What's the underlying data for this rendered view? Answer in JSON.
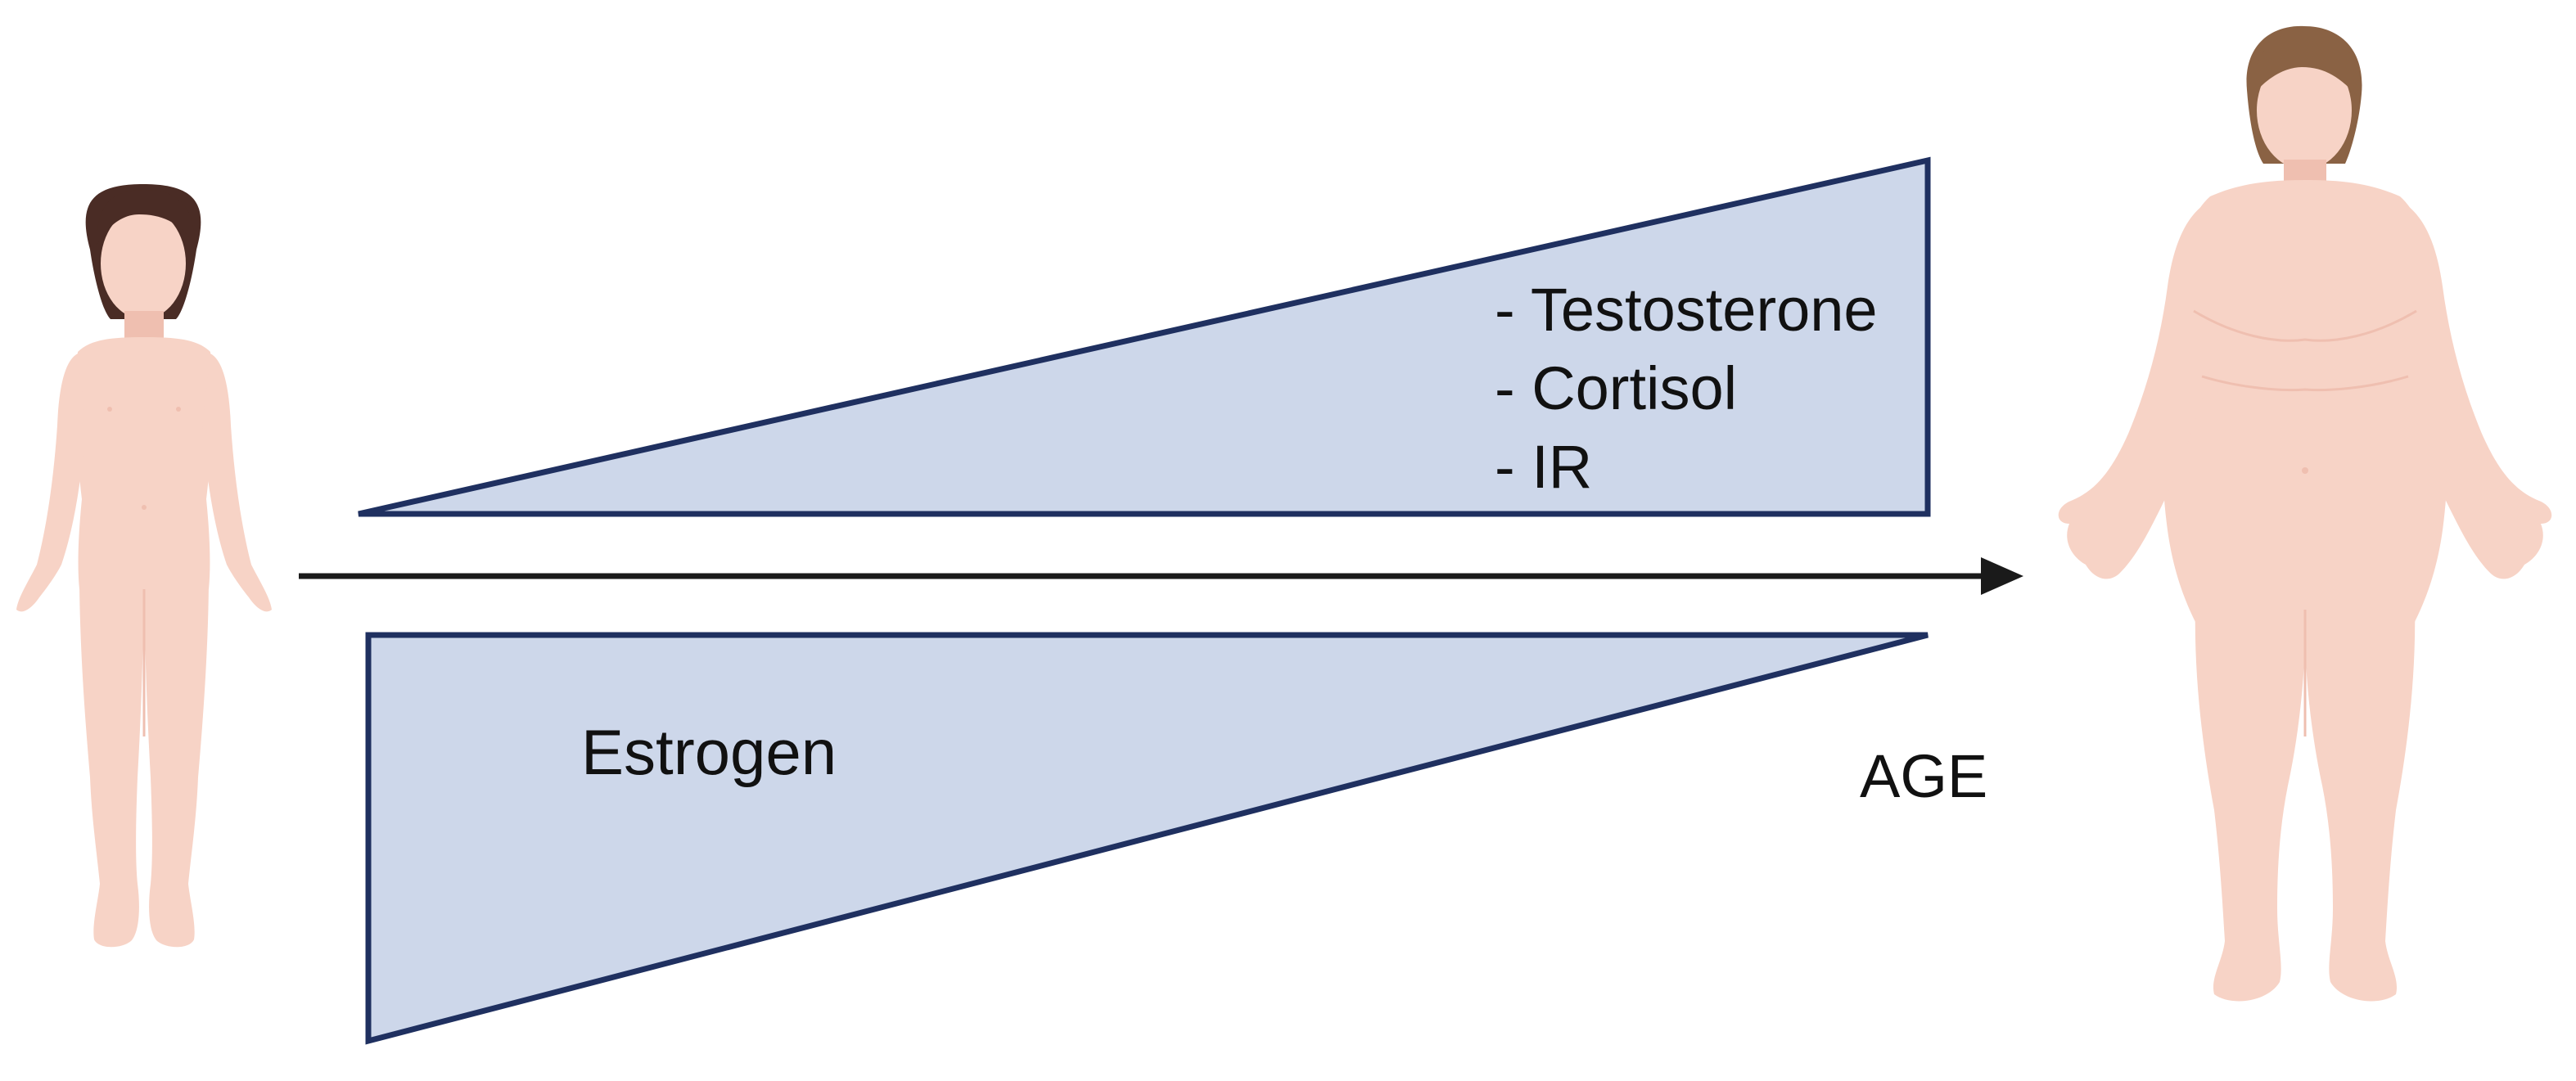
{
  "diagram": {
    "increasing_factors": [
      "- Testosterone",
      "- Cortisol",
      "- IR"
    ],
    "decreasing_factor": "Estrogen",
    "axis_label": "AGE",
    "colors": {
      "wedge_fill": "#cdd7ea",
      "wedge_stroke": "#1f3060",
      "arrow": "#1a1a1a",
      "skin": "#f7d3c6",
      "skin_shadow": "#efbfb0",
      "hair_child": "#4a2c25",
      "hair_adult": "#8a6244"
    },
    "icons": {
      "left_figure": "child-body-icon",
      "right_figure": "adult-woman-body-icon"
    }
  }
}
